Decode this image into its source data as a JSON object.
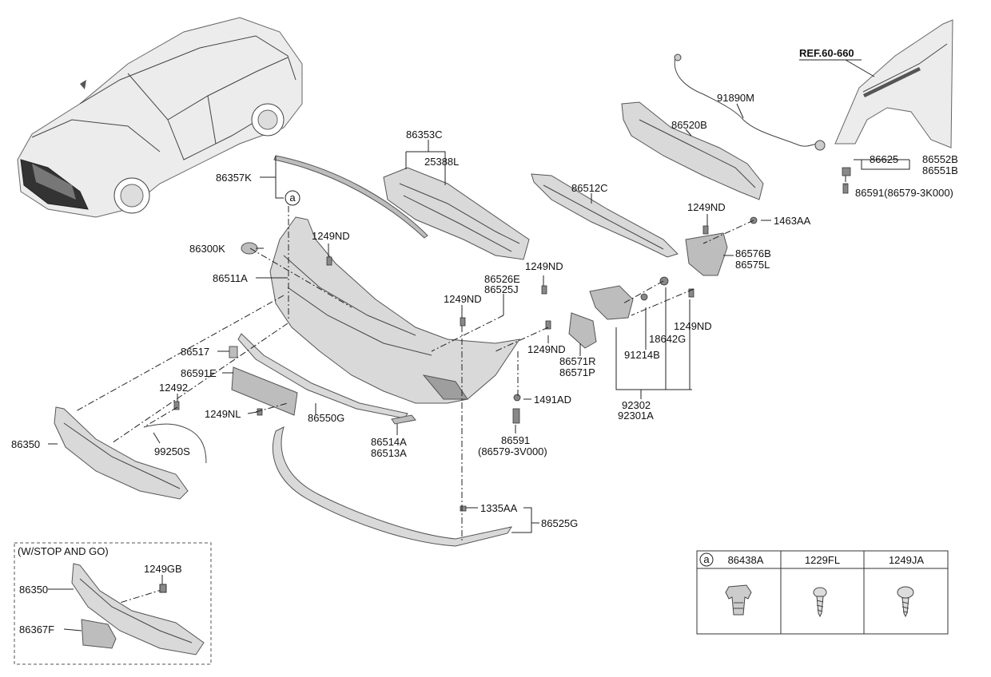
{
  "labels": {
    "ref_fender": "REF.60-660",
    "p86357K": "86357K",
    "circle_a": "a",
    "p86353C": "86353C",
    "p25388L": "25388L",
    "p86520B": "86520B",
    "p91890M": "91890M",
    "p86625": "86625",
    "p86552B": "86552B",
    "p86551B": "86551B",
    "p86591_top": "86591(86579-3K000)",
    "p86512C": "86512C",
    "p1249ND_a": "1249ND",
    "p1463AA": "1463AA",
    "p86576B": "86576B",
    "p86575L": "86575L",
    "p86300K": "86300K",
    "p1249ND_b": "1249ND",
    "p86511A": "86511A",
    "p86526E": "86526E",
    "p86525J": "86525J",
    "p1249ND_c": "1249ND",
    "p1249ND_d": "1249ND",
    "p86517": "86517",
    "p1249ND_e": "1249ND",
    "p18642G": "18642G",
    "p1249ND_f": "1249ND",
    "p91214B": "91214B",
    "p86571R": "86571R",
    "p86571P": "86571P",
    "p86591E": "86591E",
    "p12492": "12492",
    "p1491AD": "1491AD",
    "p92302": "92302",
    "p92301A": "92301A",
    "p1249NL": "1249NL",
    "p86550G": "86550G",
    "p86350": "86350",
    "p99250S": "99250S",
    "p86514A": "86514A",
    "p86513A": "86513A",
    "p86591_mid": "86591",
    "p86579_3V000": "(86579-3V000)",
    "p1335AA": "1335AA",
    "p86525G": "86525G"
  },
  "inset": {
    "title": "(W/STOP AND GO)",
    "p1249GB": "1249GB",
    "p86350": "86350",
    "p86367F": "86367F"
  },
  "table": {
    "key": "a",
    "headers": [
      "86438A",
      "1229FL",
      "1249JA"
    ]
  }
}
